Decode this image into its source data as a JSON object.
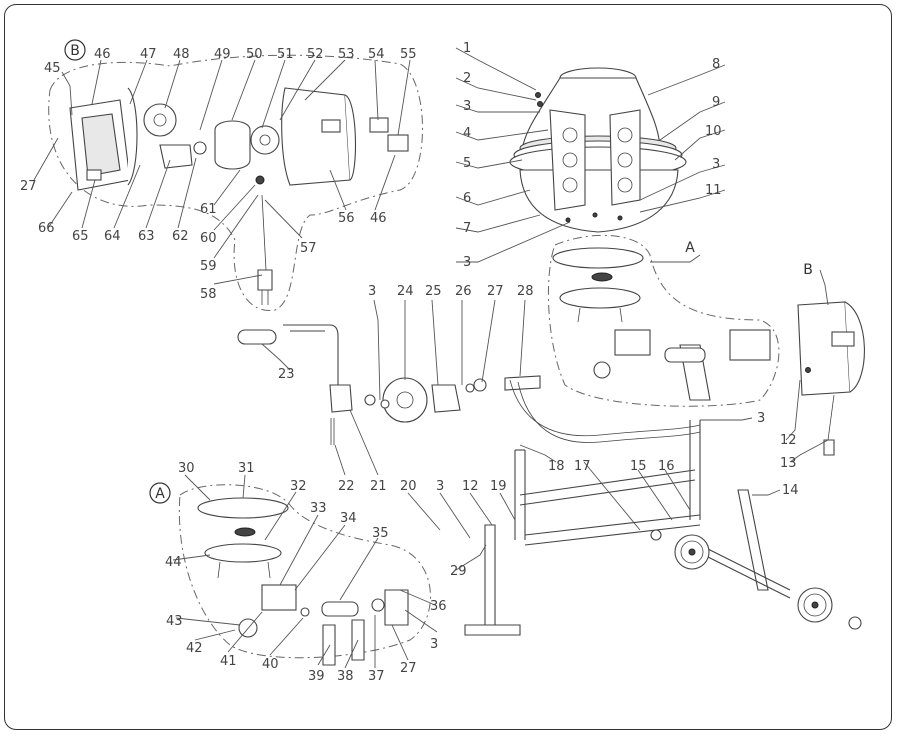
{
  "group_markers": {
    "a": "A",
    "b": "B"
  },
  "callouts": [
    "1",
    "2",
    "3",
    "4",
    "5",
    "6",
    "7",
    "8",
    "9",
    "10",
    "11",
    "12",
    "13",
    "14",
    "15",
    "16",
    "17",
    "18",
    "19",
    "20",
    "21",
    "22",
    "23",
    "24",
    "25",
    "26",
    "27",
    "28",
    "29",
    "30",
    "31",
    "32",
    "33",
    "34",
    "35",
    "36",
    "37",
    "38",
    "39",
    "40",
    "41",
    "42",
    "43",
    "44",
    "45",
    "46",
    "47",
    "48",
    "49",
    "50",
    "51",
    "52",
    "53",
    "54",
    "55",
    "56",
    "57",
    "58",
    "59",
    "60",
    "61",
    "62",
    "63",
    "64",
    "65",
    "66"
  ]
}
